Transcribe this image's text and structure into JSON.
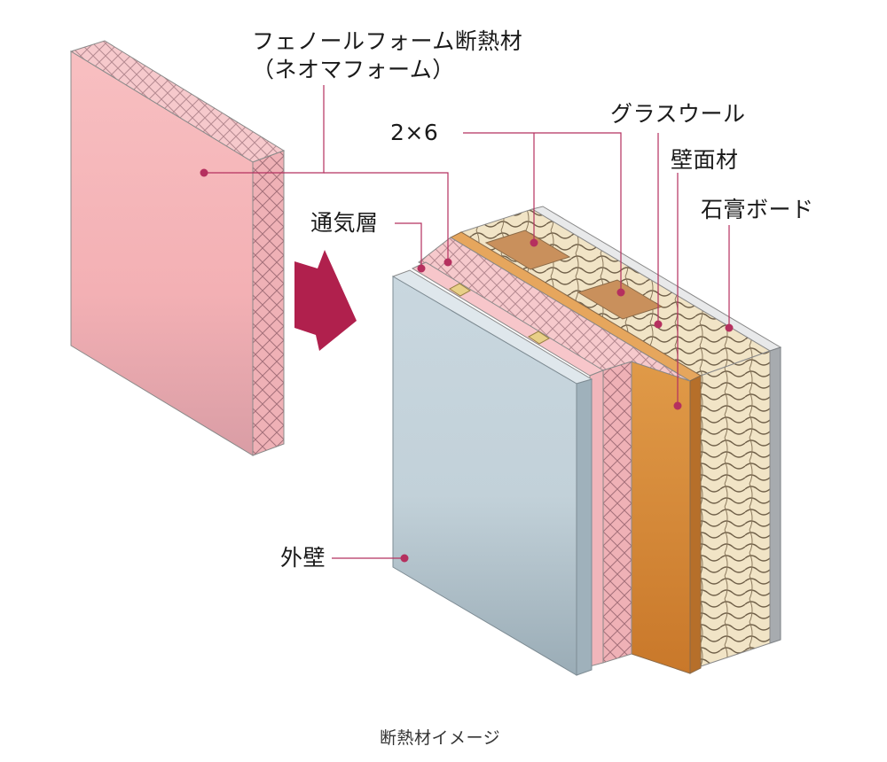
{
  "labels": {
    "phenolic_foam": "フェノールフォーム断熱材",
    "phenolic_foam_product": "（ネオマフォーム）",
    "stud_2x6": "2×6",
    "glass_wool": "グラスウール",
    "wall_sheathing": "壁面材",
    "air_layer": "通気層",
    "gypsum_board": "石膏ボード",
    "exterior_wall": "外壁"
  },
  "caption": "断熱材イメージ",
  "colors": {
    "leader": "#b5305f",
    "arrow": "#b0204d",
    "foam": "#f5b7ba",
    "siding": "#c4d2da",
    "sheathing": "#d98a38",
    "gypsum": "#d4d6d8"
  }
}
